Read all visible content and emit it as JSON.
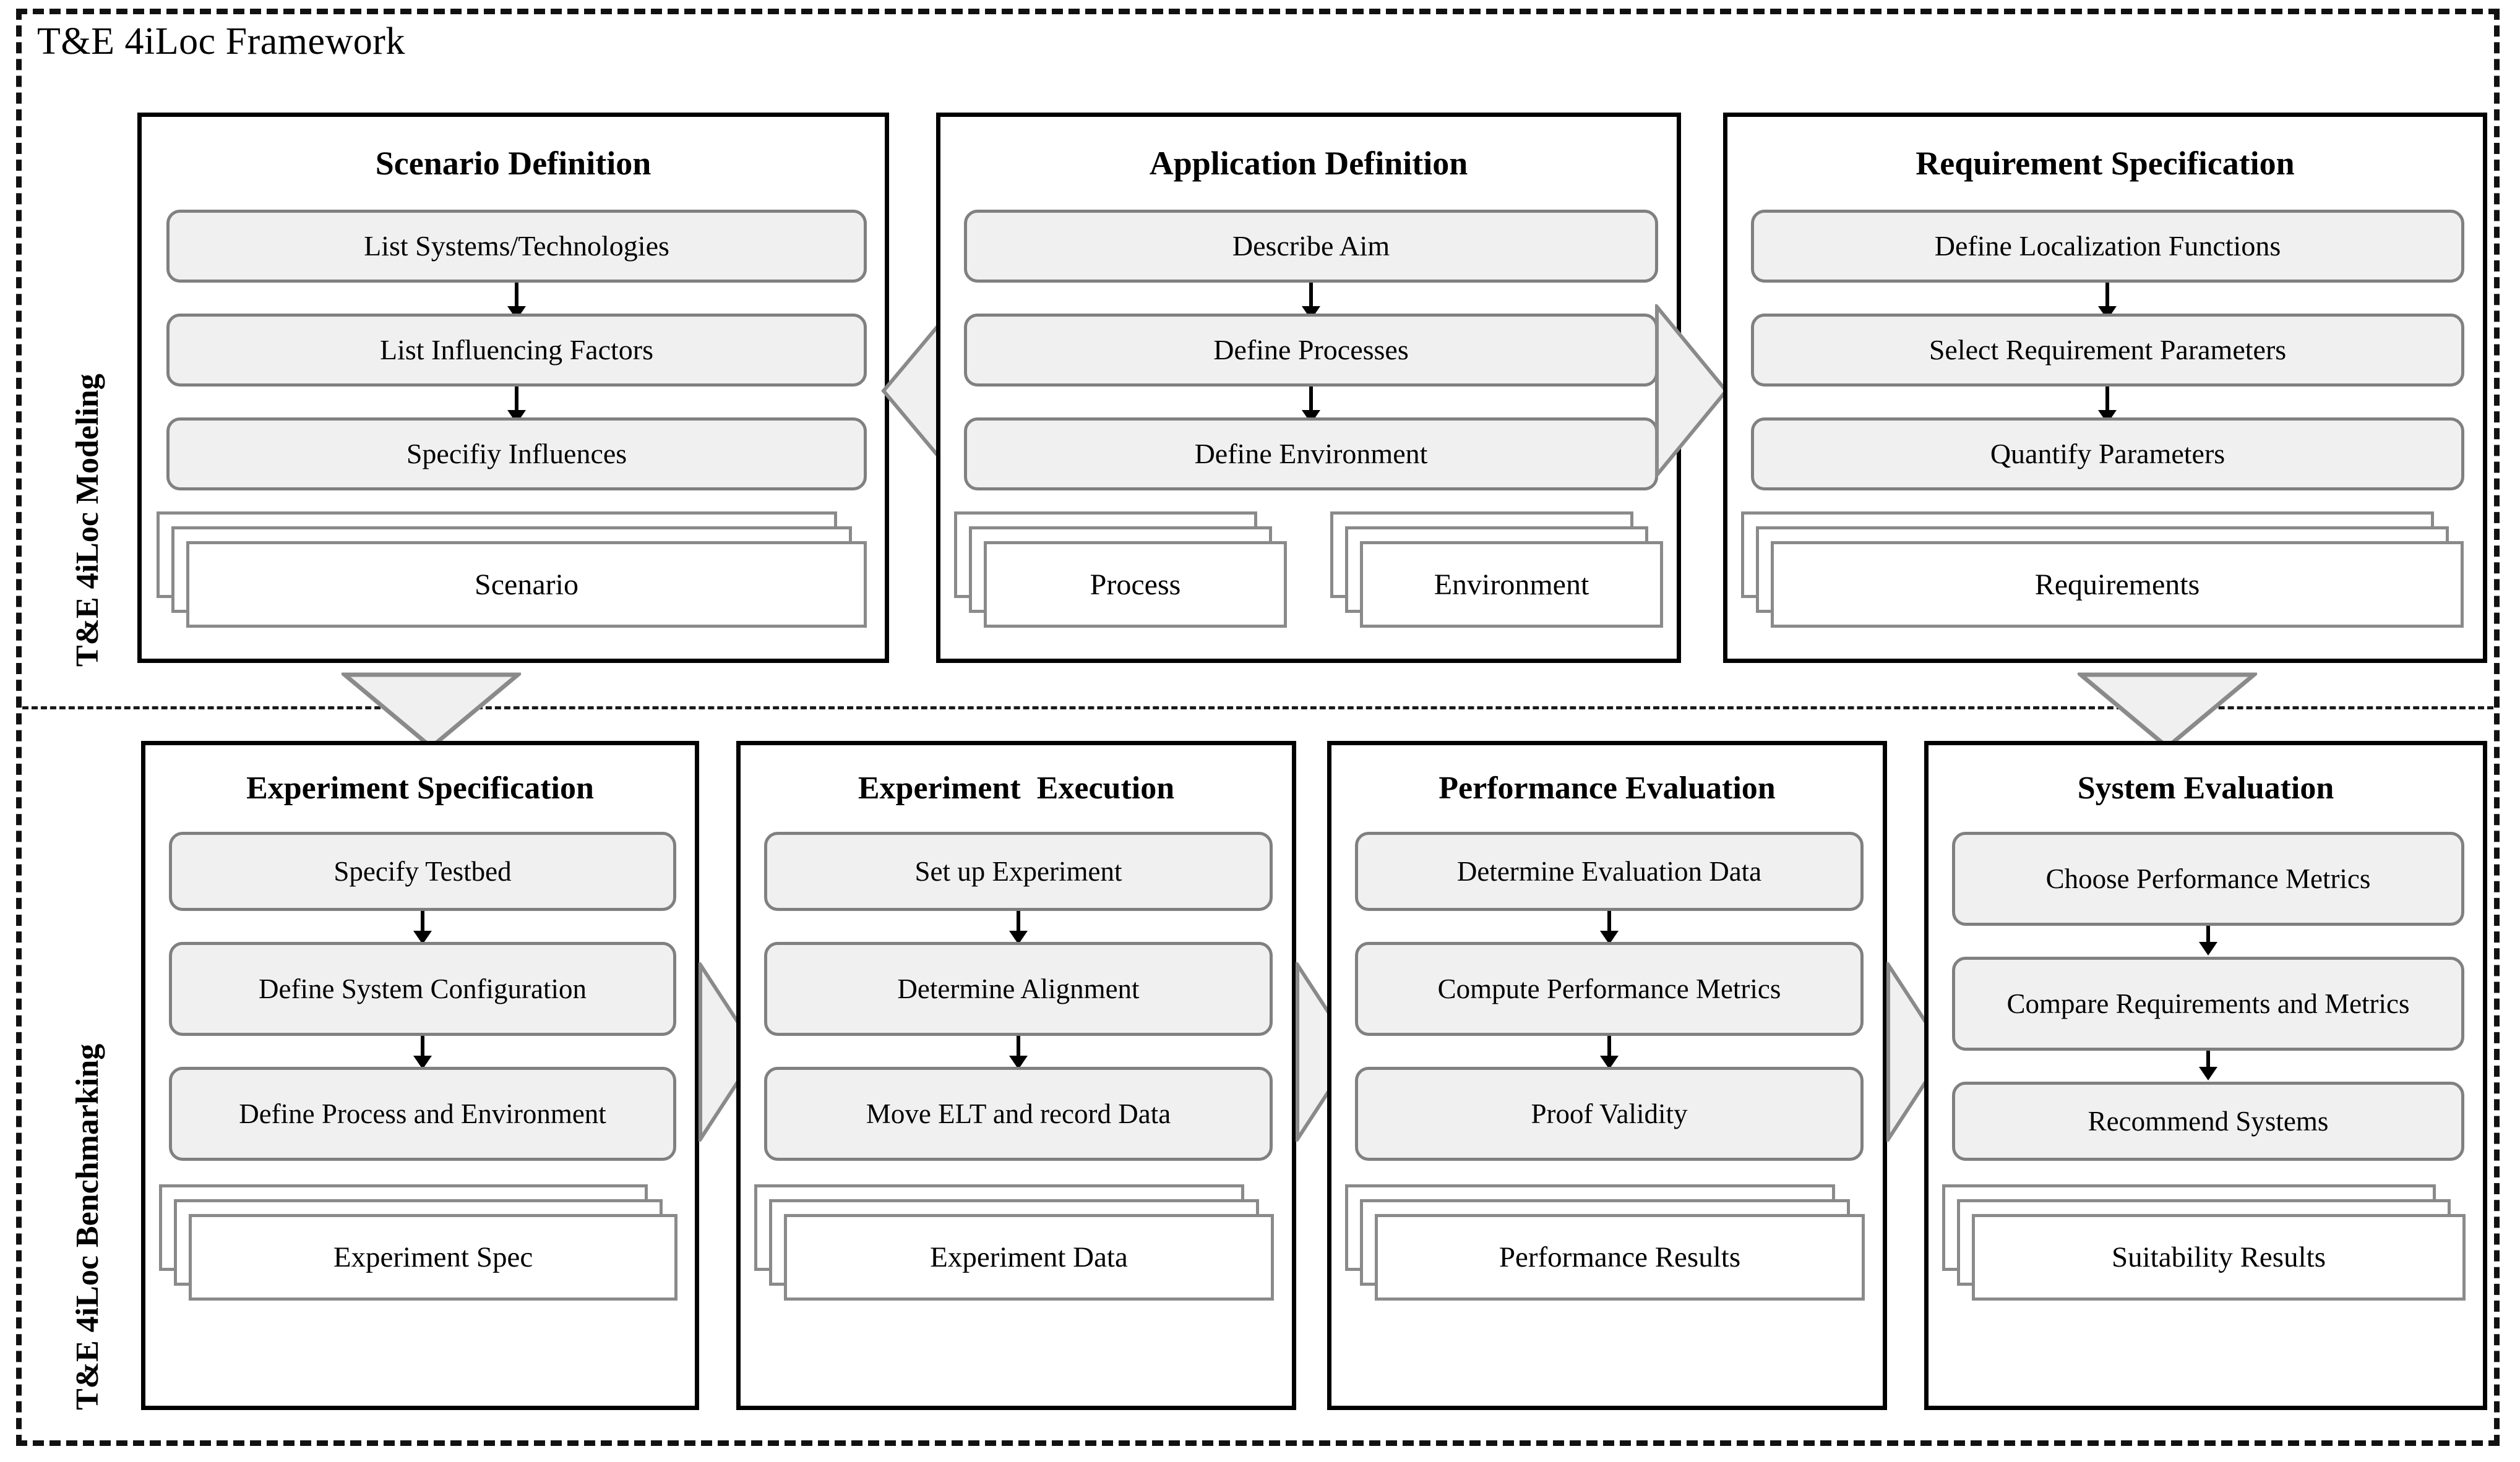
{
  "framework": {
    "title": "T&E 4iLoc Framework",
    "bands": [
      {
        "id": "modeling",
        "label": "T&E 4iLoc Modeling"
      },
      {
        "id": "benchmarking",
        "label": "T&E 4iLoc Benchmarking"
      }
    ]
  },
  "colors": {
    "step_fill": "#f0f0f0",
    "step_border": "#808080",
    "panel_border": "#000000",
    "sheet_border": "#8a8a8a",
    "arrow": "#000000",
    "chevron_fill": "#f0f0f0",
    "chevron_border": "#8a8a8a",
    "background": "#ffffff"
  },
  "top_row": {
    "panels": [
      {
        "title": "Scenario Definition",
        "steps": [
          "List Systems/Technologies",
          "List Influencing Factors",
          "Specifiy Influences"
        ],
        "artifacts": [
          {
            "label": "Scenario"
          }
        ]
      },
      {
        "title": "Application Definition",
        "steps": [
          "Describe Aim",
          "Define Processes",
          "Define Environment"
        ],
        "artifacts": [
          {
            "label": "Process"
          },
          {
            "label": "Environment"
          }
        ]
      },
      {
        "title": "Requirement Specification",
        "steps": [
          "Define Localization Functions",
          "Select Requirement Parameters",
          "Quantify Parameters"
        ],
        "artifacts": [
          {
            "label": "Requirements"
          }
        ]
      }
    ],
    "connectors": [
      {
        "name": "chevron-left-scenario",
        "direction": "left"
      },
      {
        "name": "chevron-right-requirement",
        "direction": "right"
      }
    ]
  },
  "bottom_row": {
    "panels": [
      {
        "title": "Experiment Specification",
        "steps": [
          "Specify Testbed",
          "Define System Configuration",
          "Define Process and Environment"
        ],
        "artifacts": [
          {
            "label": "Experiment Spec"
          }
        ]
      },
      {
        "title": "Experiment  Execution",
        "steps": [
          "Set up Experiment",
          "Determine Alignment",
          "Move ELT and record Data"
        ],
        "artifacts": [
          {
            "label": "Experiment Data"
          }
        ]
      },
      {
        "title": "Performance Evaluation",
        "steps": [
          "Determine Evaluation Data",
          "Compute Performance Metrics",
          "Proof Validity"
        ],
        "artifacts": [
          {
            "label": "Performance Results"
          }
        ]
      },
      {
        "title": "System Evaluation",
        "steps": [
          "Choose Performance Metrics",
          "Compare Requirements and Metrics",
          "Recommend Systems"
        ],
        "artifacts": [
          {
            "label": "Suitability Results"
          }
        ]
      }
    ],
    "connectors": [
      {
        "name": "chevron-right-1",
        "direction": "right"
      },
      {
        "name": "chevron-right-2",
        "direction": "right"
      },
      {
        "name": "chevron-right-3",
        "direction": "right"
      }
    ]
  },
  "band_connectors": [
    {
      "name": "down-arrow-scenario-to-experiment",
      "direction": "down"
    },
    {
      "name": "down-arrow-requirement-to-system",
      "direction": "down"
    }
  ]
}
